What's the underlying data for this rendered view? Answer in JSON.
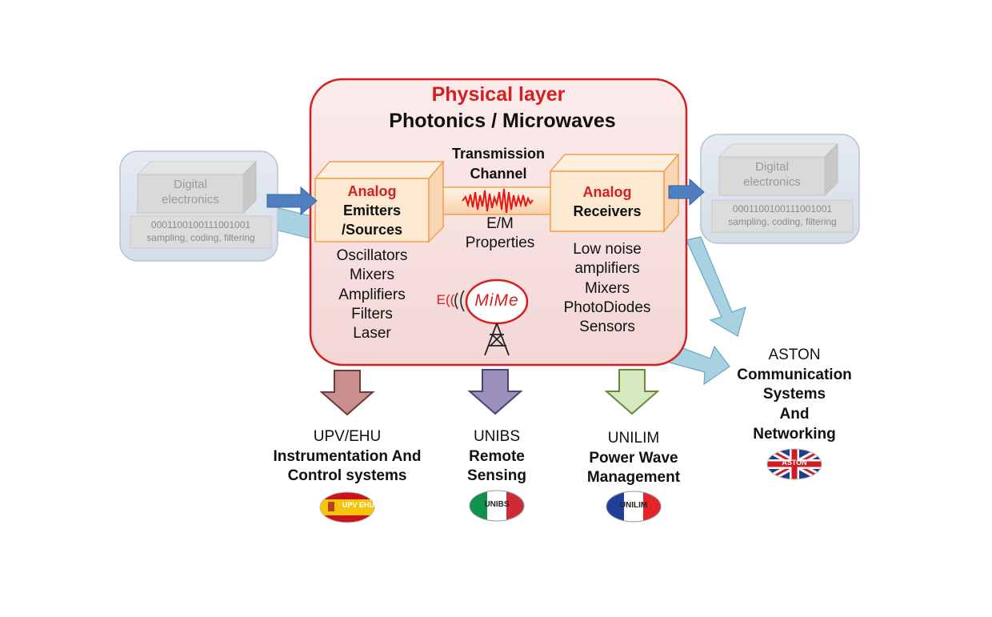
{
  "physical_layer": {
    "title": "Physical layer",
    "subtitle": "Photonics / Microwaves"
  },
  "transmission": {
    "line1": "Transmission",
    "line2": "Channel",
    "em1": "E/M",
    "em2": "Properties"
  },
  "emitters": {
    "line1": "Analog",
    "line2": "Emitters",
    "line3": "/Sources",
    "items": [
      "Oscillators",
      "Mixers",
      "Amplifiers",
      "Filters",
      "Laser"
    ]
  },
  "receivers": {
    "line1": "Analog",
    "line2": "Receivers",
    "items": [
      "Low noise",
      "amplifiers",
      "Mixers",
      "PhotoDiodes",
      "Sensors"
    ]
  },
  "digital_left": {
    "title1": "Digital",
    "title2": "electronics",
    "bits": "0001100100111001001",
    "caption": "sampling, coding, filtering"
  },
  "digital_right": {
    "title1": "Digital",
    "title2": "electronics",
    "bits": "0001100100111001001",
    "caption": "sampling, coding, filtering"
  },
  "logo": {
    "wave_letter": "E((",
    "text": "MiMe"
  },
  "partners": [
    {
      "org": "UPV/EHU",
      "l1": "Instrumentation And",
      "l2": "Control systems",
      "flag": "UPV EHU",
      "arrow_color": "#c98f8f"
    },
    {
      "org": "UNIBS",
      "l1": "Remote",
      "l2": "Sensing",
      "flag": "UNIBS",
      "arrow_color": "#9a8fbd"
    },
    {
      "org": "UNILIM",
      "l1": "Power Wave",
      "l2": "Management",
      "flag": "UNILIM",
      "arrow_color": "#a6c481"
    }
  ],
  "aston": {
    "org": "ASTON",
    "l1": "Communication",
    "l2": "Systems",
    "l3": "And",
    "l4": "Networking",
    "flag": "ASTON"
  },
  "colors": {
    "accent_red": "#d42020",
    "panel_fill": "#f6dede",
    "box_fill": "#fde8d2",
    "box_edge": "#f0a050",
    "arrow_blue": "#4f7fbf",
    "arrow_light": "#a8d2e2"
  }
}
